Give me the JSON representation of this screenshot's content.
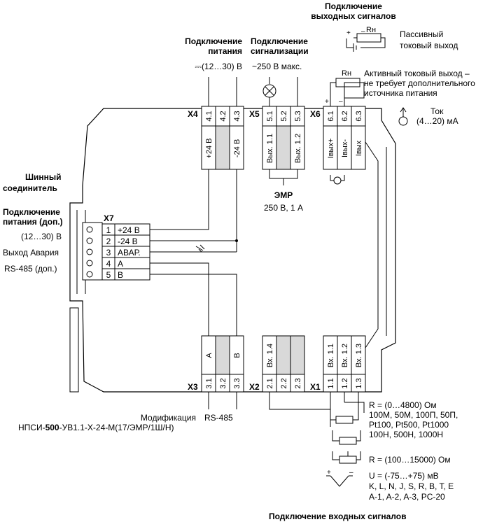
{
  "out_header": [
    "Подключение",
    "выходных сигналов"
  ],
  "passive": [
    "Пассивный",
    "токовый выход"
  ],
  "active": [
    "Активный токовый выход –",
    "не требует дополнительного",
    "источника питания"
  ],
  "current": [
    "Ток",
    "(4…20) мА"
  ],
  "rn": "Rн",
  "power_header": [
    "Подключение",
    "питания"
  ],
  "power_val": "⎓(12…30) В",
  "signal_header": [
    "Подключение",
    "сигнализации"
  ],
  "signal_val": "~250 В макс.",
  "bus": [
    "Шинный",
    "соединитель"
  ],
  "aux_header": [
    "Подключение",
    "питания (доп.)"
  ],
  "aux_labels": [
    "(12…30) В",
    "Выход Авария",
    "RS-485 (доп.)"
  ],
  "x7": {
    "name": "X7",
    "rows": [
      {
        "n": "1",
        "t": "+24 В"
      },
      {
        "n": "2",
        "t": "-24 В"
      },
      {
        "n": "3",
        "t": "АВАР."
      },
      {
        "n": "4",
        "t": "A"
      },
      {
        "n": "5",
        "t": "B"
      }
    ]
  },
  "x4": {
    "name": "X4",
    "pins": [
      "4.1",
      "4.2",
      "4.3"
    ],
    "labels": [
      "+24 В",
      "",
      "-24 В"
    ]
  },
  "x5": {
    "name": "X5",
    "pins": [
      "5.1",
      "5.2",
      "5.3"
    ],
    "labels": [
      "Вых. 1.1",
      "",
      "Вых. 1.2"
    ]
  },
  "x6": {
    "name": "X6",
    "pins": [
      "6.1",
      "6.2",
      "6.3"
    ],
    "labels": [
      "Iвых+",
      "Iвых-",
      "Iвых"
    ]
  },
  "x3": {
    "name": "X3",
    "pins": [
      "3.1",
      "3.2",
      "3.3"
    ],
    "labels": [
      "A",
      "",
      "B"
    ]
  },
  "x2": {
    "name": "X2",
    "pins": [
      "2.1",
      "2.2",
      "2.3"
    ],
    "labels": [
      "Вх. 1.4",
      "",
      ""
    ]
  },
  "x1": {
    "name": "X1",
    "pins": [
      "1.1",
      "1.2",
      "1.3"
    ],
    "labels": [
      "Вх. 1.1",
      "Вх. 1.2",
      "Вх. 1.3"
    ]
  },
  "emr": {
    "title": "ЭМР",
    "spec": "250 В, 1 А"
  },
  "rs485": "RS-485",
  "modification": {
    "line1": "Модификация",
    "pre": "НПСИ-",
    "bold": "500",
    "post": "-УВ1.1-Х-24-М(17/ЭМР/1Ш/Н)"
  },
  "r1": [
    "R = (0…4800) Ом",
    "100М, 50М, 100П, 50П,",
    "Pt100, Pt500, Pt1000",
    "100Н, 500Н, 1000Н"
  ],
  "r2": "R = (100…15000) Ом",
  "u": [
    "U = (-75…+75) мВ",
    "K, L, N, J, S, R, B, T, E",
    "A-1, A-2, A-3, PC-20"
  ],
  "in_header": "Подключение входных сигналов"
}
